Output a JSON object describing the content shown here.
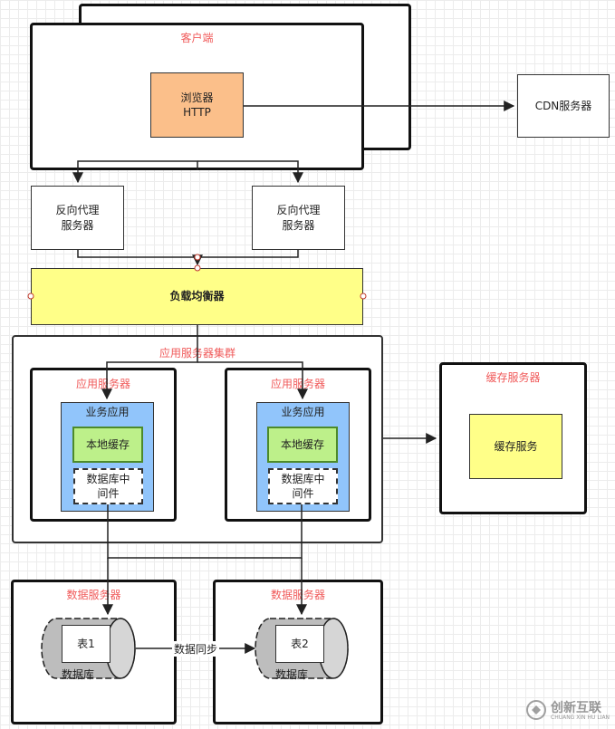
{
  "client": {
    "title": "客户端",
    "browser": "浏览器\nHTTP"
  },
  "cdn": {
    "label": "CDN服务器"
  },
  "proxies": [
    {
      "label": "反向代理\n服务器"
    },
    {
      "label": "反向代理\n服务器"
    }
  ],
  "load_balancer": {
    "label": "负载均衡器"
  },
  "app_cluster": {
    "title": "应用服务器集群",
    "servers": [
      {
        "title": "应用服务器",
        "business": "业务应用",
        "local_cache": "本地缓存",
        "middleware": "数据库中\n间件"
      },
      {
        "title": "应用服务器",
        "business": "业务应用",
        "local_cache": "本地缓存",
        "middleware": "数据库中\n间件"
      }
    ]
  },
  "cache_server": {
    "title": "缓存服务器",
    "service": "缓存服务"
  },
  "db_servers": [
    {
      "title": "数据服务器",
      "table": "表1",
      "db": "数据库"
    },
    {
      "title": "数据服务器",
      "table": "表2",
      "db": "数据库"
    }
  ],
  "sync_label": "数据同步",
  "watermark": {
    "text": "创新互联",
    "sub": "CHUANG XIN HU LIAN"
  },
  "colors": {
    "browser": "#fbbf8a",
    "load_balancer": "#ffff88",
    "business": "#91c5fb",
    "cache": "#bdf08a",
    "cache_service": "#ffff88",
    "title_red": "#f05a5a"
  }
}
